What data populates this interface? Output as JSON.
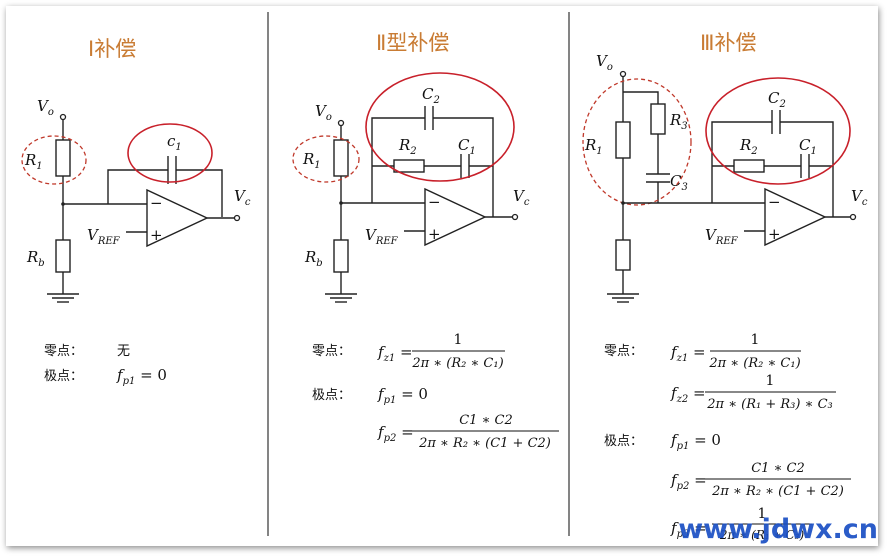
{
  "colors": {
    "title": "#c97c34",
    "ring": "#c8202a",
    "watermark": "#1a4fc4"
  },
  "panels": {
    "type1": {
      "title": "Ⅰ补偿",
      "zero_label": "零点：",
      "zero_value": "无",
      "pole_label": "极点：",
      "fp1": "f",
      "fp1_sub": "p1",
      "fp1_rhs": " = 0"
    },
    "type2": {
      "title": "Ⅱ型补偿",
      "zero_label": "零点：",
      "pole_label": "极点：",
      "fz1_lhs": "f",
      "fz1_sub": "z1",
      "fz1_num": "1",
      "fz1_den": "2π ∗ (R₂ ∗ C₁)",
      "fp1_lhs": "f",
      "fp1_sub": "p1",
      "fp1_rhs": " = 0",
      "fp2_lhs": "f",
      "fp2_sub": "p2",
      "fp2_num": "C1 ∗ C2",
      "fp2_den": "2π ∗ R₂ ∗ (C1 + C2)"
    },
    "type3": {
      "title": "Ⅲ补偿",
      "zero_label": "零点：",
      "pole_label": "极点：",
      "fz1_lhs": "f",
      "fz1_sub": "z1",
      "fz1_num": "1",
      "fz1_den": "2π ∗ (R₂ ∗ C₁)",
      "fz2_lhs": "f",
      "fz2_sub": "z2",
      "fz2_num": "1",
      "fz2_den": "2π ∗ (R₁ + R₃) ∗ C₃",
      "fp1_lhs": "f",
      "fp1_sub": "p1",
      "fp1_rhs": " = 0",
      "fp2_lhs": "f",
      "fp2_sub": "p2",
      "fp2_num": "C1 ∗ C2",
      "fp2_den": "2π ∗ R₂ ∗ (C1 + C2)",
      "fp3_lhs": "f",
      "fp3_sub": "p3",
      "fp3_num": "1",
      "fp3_den": "2π ∗ (R₁ ∗ C₃)"
    }
  },
  "labels": {
    "vo": "V",
    "vo_sub": "o",
    "vc": "V",
    "vc_sub": "c",
    "vref": "V",
    "vref_sub": "REF",
    "r1": "R",
    "r1_sub": "1",
    "rb": "R",
    "rb_sub": "b",
    "r2": "R",
    "r2_sub": "2",
    "r3": "R",
    "r3_sub": "3",
    "c1_small": "c",
    "c1_small_sub": "1",
    "c1": "C",
    "c1_sub": "1",
    "c2": "C",
    "c2_sub": "2",
    "c3": "C",
    "c3_sub": "3",
    "minus": "−",
    "plus": "+"
  },
  "watermark": "www.jdwx.cn"
}
